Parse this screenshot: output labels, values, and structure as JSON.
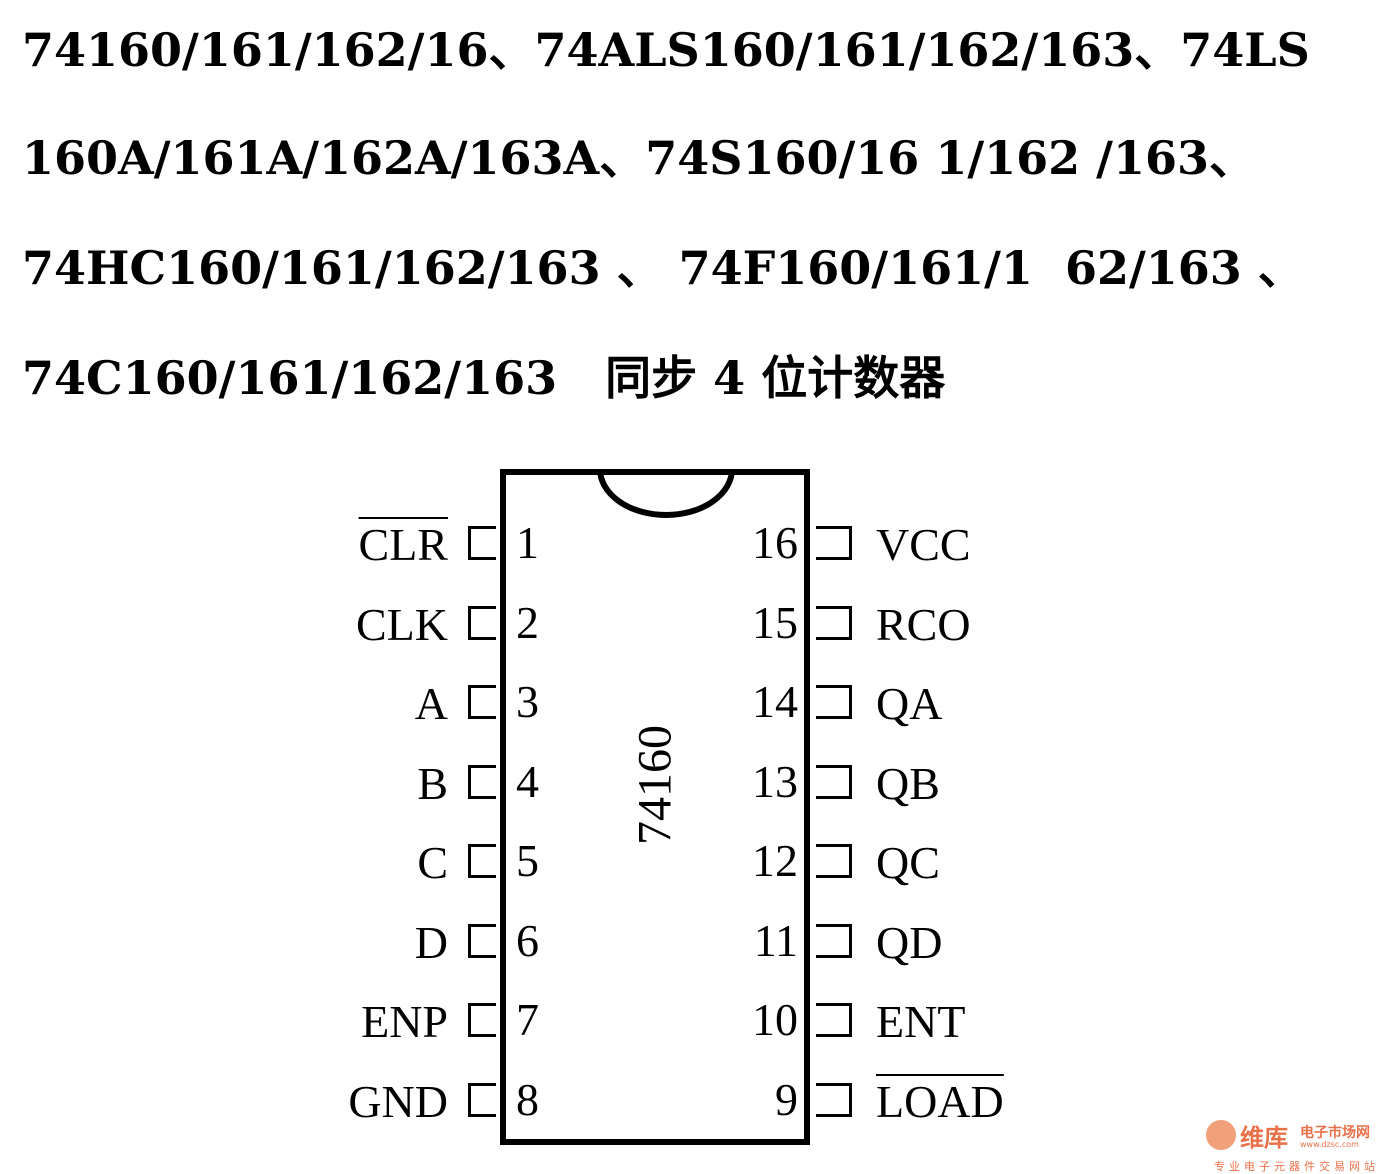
{
  "title_lines": [
    "74160/161/162/16、74ALS160/161/162/163、74LS",
    "160A/161A/162A/163A、74S160/16 1/162 /163、",
    "74HC160/161/162/163 、 74F160/161/1  62/163 、",
    "74C160/161/162/163   同步 4 位计数器"
  ],
  "chip": {
    "part_number": "74160"
  },
  "left_pins": [
    {
      "number": "1",
      "signal": "CLR",
      "active_low": true
    },
    {
      "number": "2",
      "signal": "CLK",
      "active_low": false
    },
    {
      "number": "3",
      "signal": "A",
      "active_low": false
    },
    {
      "number": "4",
      "signal": "B",
      "active_low": false
    },
    {
      "number": "5",
      "signal": "C",
      "active_low": false
    },
    {
      "number": "6",
      "signal": "D",
      "active_low": false
    },
    {
      "number": "7",
      "signal": "ENP",
      "active_low": false
    },
    {
      "number": "8",
      "signal": "GND",
      "active_low": false
    }
  ],
  "right_pins": [
    {
      "number": "16",
      "signal": "VCC",
      "active_low": false
    },
    {
      "number": "15",
      "signal": "RCO",
      "active_low": false
    },
    {
      "number": "14",
      "signal": "QA",
      "active_low": false
    },
    {
      "number": "13",
      "signal": "QB",
      "active_low": false
    },
    {
      "number": "12",
      "signal": "QC",
      "active_low": false
    },
    {
      "number": "11",
      "signal": "QD",
      "active_low": false
    },
    {
      "number": "10",
      "signal": "ENT",
      "active_low": false
    },
    {
      "number": "9",
      "signal": "LOAD",
      "active_low": true
    }
  ],
  "watermark": {
    "brand": "维库",
    "sub": "电子市场网",
    "url": "www.dzsc.com",
    "slogan": "专业电子元器件交易网站",
    "color": "#e8714a"
  }
}
